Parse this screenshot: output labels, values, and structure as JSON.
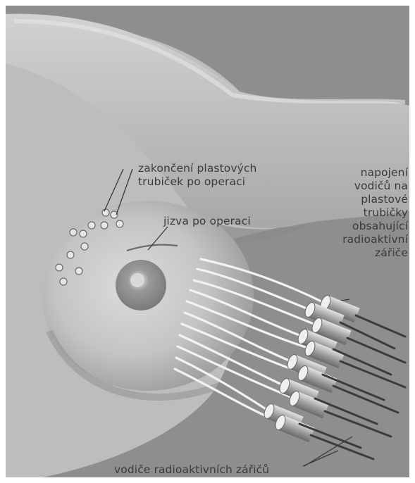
{
  "labels": {
    "tube_ends": [
      "zakončení plastových",
      "trubiček po operaci"
    ],
    "scar": "jizva po operaci",
    "connection": [
      "napojení",
      "vodičů na",
      "plastové",
      "trubičky",
      "obsahující",
      "radioaktivní",
      "zářiče"
    ],
    "guides": "vodiče radioaktivních zářičů"
  },
  "colors": {
    "background": "#8e8e8e",
    "skin": "#b9b9b9",
    "skin_light": "#d6d6d6",
    "text": "#3a3a3a"
  }
}
